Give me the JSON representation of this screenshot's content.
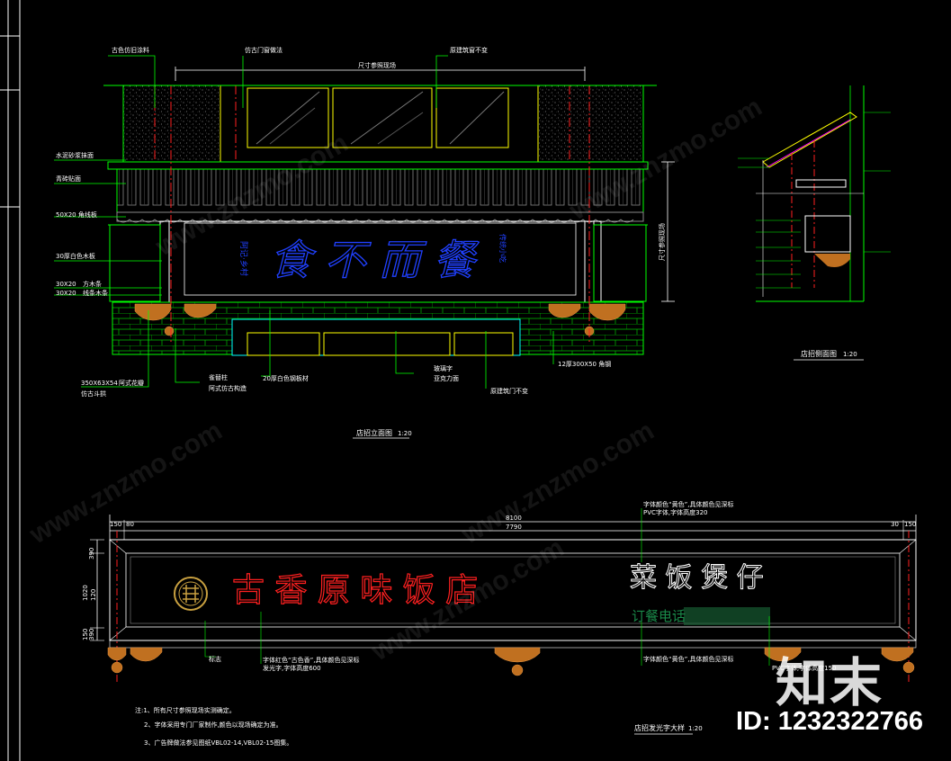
{
  "elevation": {
    "title": "店招立面图",
    "scale": "1:20",
    "callouts": {
      "top1": "古色仿旧涂料",
      "top2": "仿古门窗做法",
      "top3": "原建筑窗不变",
      "dim_top": "尺寸参照现场",
      "l1": "水泥砂浆抹面",
      "l2": "青砖贴面",
      "l3": "50X20  角线板",
      "l4": "30厚白色木板",
      "l5a": "30X20",
      "l5b": "方木条",
      "l6a": "30X20",
      "l6b": "线条木条",
      "b1a": "350X63X54",
      "b1b": "阿式花瓣",
      "b1c": "仿古斗拱",
      "b2a": "雀替柱",
      "b2b": "阿式仿古构造",
      "b3": "20厚白色钢板材",
      "b4a": "玻璃字",
      "b4b": "亚克力面",
      "b5": "原建筑门不变",
      "b6": "12厚300X50  角钢",
      "right": "尺寸参照现场"
    },
    "sign_main": "食 不 而 餐",
    "sign_small_left": "阿记·乡村",
    "sign_small_right": "传统小吃"
  },
  "section": {
    "title": "店招侧面图",
    "scale": "1:20"
  },
  "sign_detail": {
    "title": "店招发光字大样",
    "scale": "1:20",
    "dims": {
      "total": "8100",
      "inner": "7790",
      "left_a": "150",
      "left_b": "80",
      "right_a": "30",
      "right_b": "150",
      "v1": "390",
      "v2": "1020",
      "v3": "120",
      "v4": "390",
      "v5": "150"
    },
    "shop_name": "古 香 原 味 饭 店",
    "menu_text": "菜 饭   煲 仔",
    "phone_label": "订餐电话",
    "notes_top": [
      "字体颜色“黄色”,具体颜色见深标",
      "PVC字体,字体高度320"
    ],
    "notes_bottom": [
      "字体颜色“黄色”,具体颜色见深标",
      "PVC字体,字体高度150"
    ],
    "label_logo": "标志",
    "label_font": [
      "字体红色“古色香”,具体颜色见深标",
      "发光字,字体高度600"
    ],
    "footnotes": [
      "注:1、所有尺寸参照现场实测确定。",
      "2、字体采用专门厂家制作,颜色以现场确定为准。",
      "3、广告牌做法参见图纸VBL02-14,VBL02-15图集。"
    ]
  },
  "watermark": {
    "brand": "知末",
    "id": "ID: 1232322766",
    "url": "www.znzmo.com"
  },
  "colors": {
    "green": "#00ff00",
    "white": "#ffffff",
    "red": "#ff2020",
    "blue": "#2040ff",
    "yellow": "#ffff00",
    "cyan": "#00ffff",
    "magenta": "#ff00ff"
  }
}
